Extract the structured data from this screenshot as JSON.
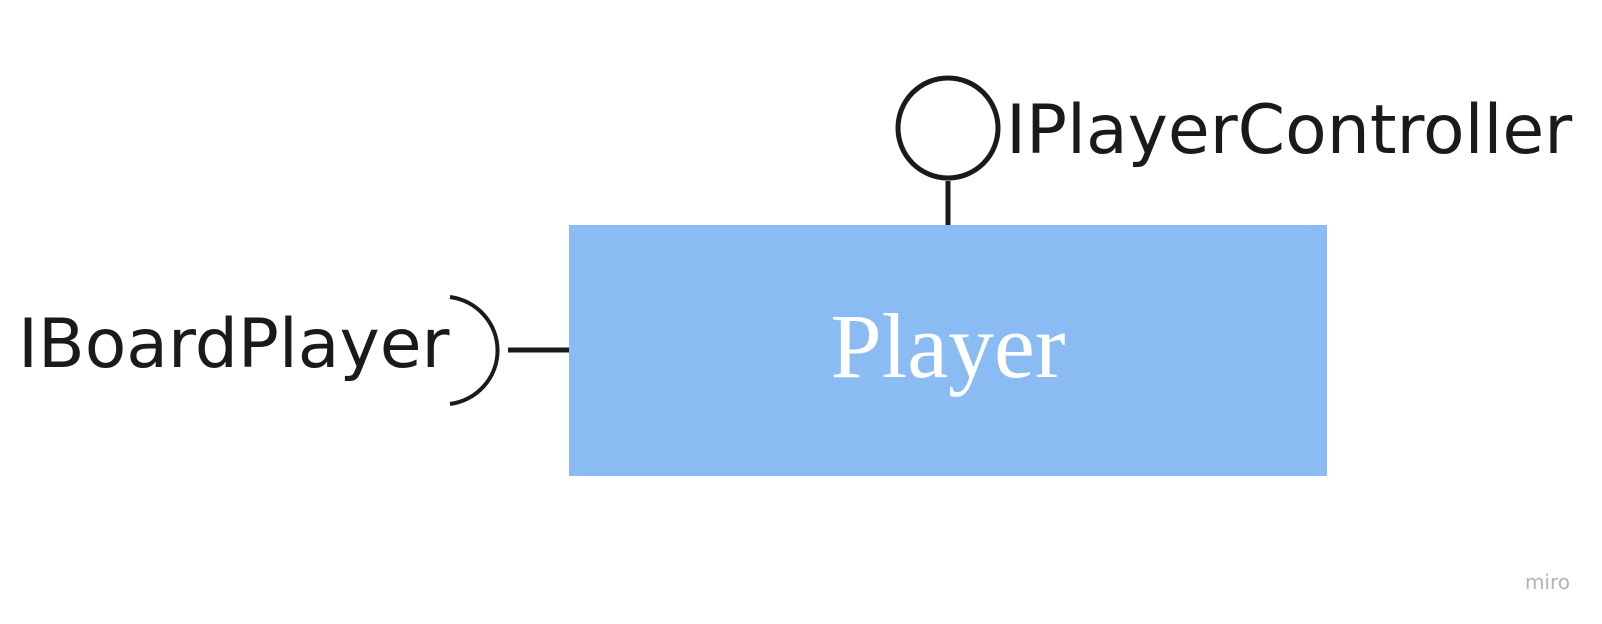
{
  "diagram": {
    "component": {
      "label": "Player",
      "fill_color": "#8ABBF3",
      "text_color": "#ffffff"
    },
    "provided_interface": {
      "label": "IPlayerController",
      "symbol": "lollipop-circle-icon"
    },
    "required_interface": {
      "label": "IBoardPlayer",
      "symbol": "socket-arc-icon"
    },
    "line_color": "#1a1a1a",
    "watermark": "miro"
  }
}
